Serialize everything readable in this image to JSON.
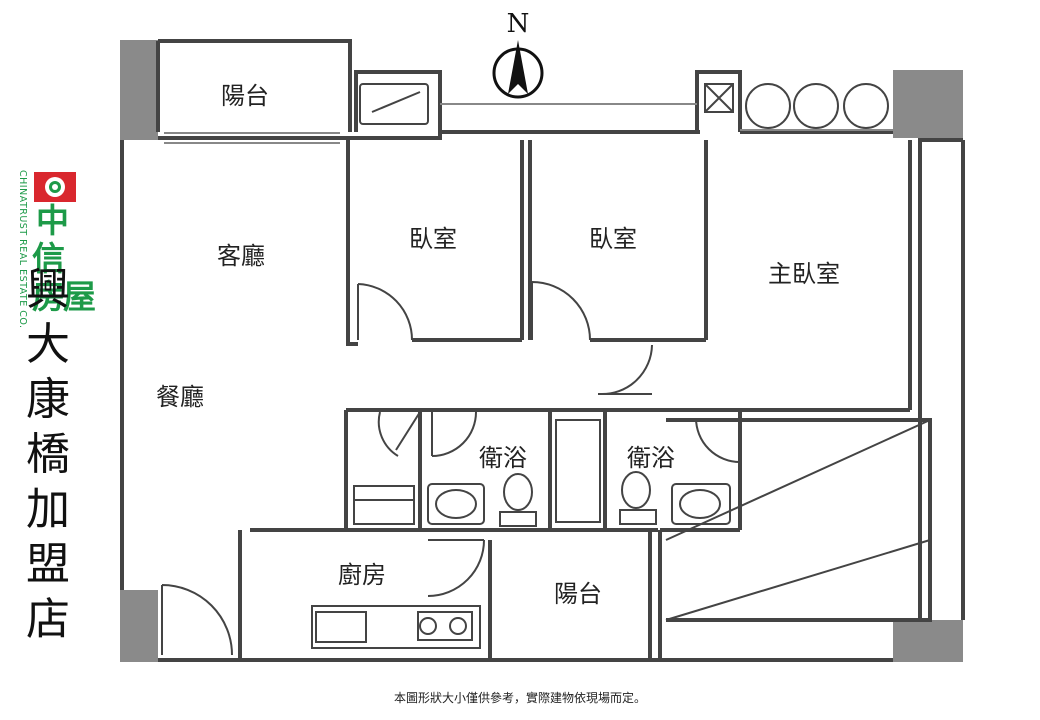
{
  "logo": {
    "name_en": "CHINATRUST REAL ESTATE CO.",
    "name_cn": [
      "中",
      "信",
      "房屋"
    ],
    "brand_color": "#1d9a48",
    "mark_color": "#d9272e"
  },
  "store": {
    "chars": [
      "興",
      "大",
      "康",
      "橋",
      "加",
      "盟",
      "店"
    ]
  },
  "compass": {
    "label": "N"
  },
  "rooms": {
    "balcony_top": "陽台",
    "living_room": "客廳",
    "dining_room": "餐廳",
    "bedroom_1": "臥室",
    "bedroom_2": "臥室",
    "master_bedroom": "主臥室",
    "bathroom_1": "衛浴",
    "bathroom_2": "衛浴",
    "kitchen": "廚房",
    "balcony_bottom": "陽台"
  },
  "footer": {
    "disclaimer": "本圖形狀大小僅供參考，實際建物依現場而定。"
  }
}
